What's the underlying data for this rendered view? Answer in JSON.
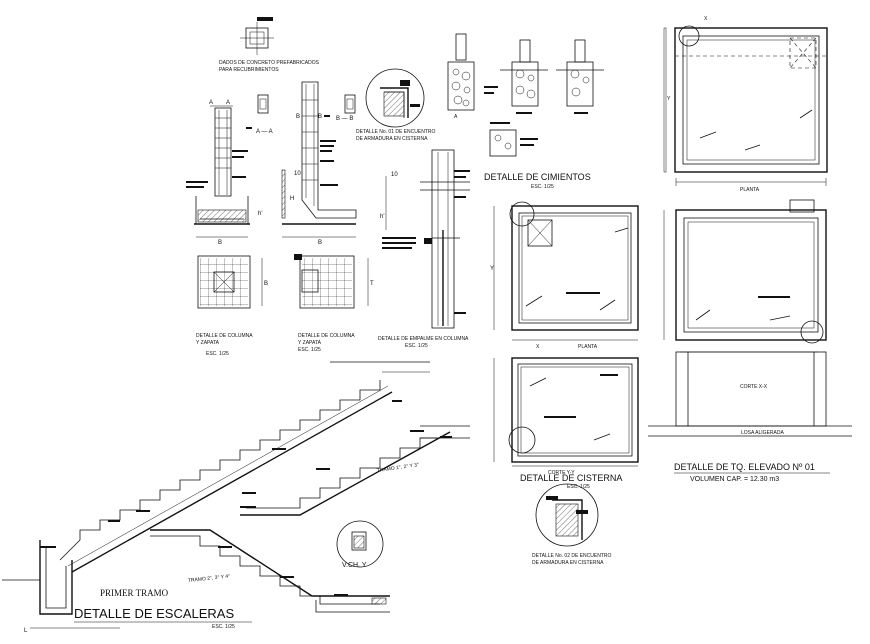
{
  "labels": {
    "dados": [
      "DADOS DE CONCRETO PREFABRICADOS",
      "PARA RECUBRIMIENTOS"
    ],
    "detalle_no01": [
      "DETALLE No. 01 DE ENCUENTRO",
      "DE ARMADURA EN CISTERNA"
    ],
    "detalle_cimientos": "DETALLE DE CIMIENTOS",
    "esc_cimientos": "ESC. 1/25",
    "detalle_columna1": [
      "DETALLE DE COLUMNA",
      "Y ZAPATA"
    ],
    "esc_columna1": "ESC. 1/25",
    "detalle_columna2": [
      "DETALLE DE COLUMNA",
      "Y ZAPATA",
      "ESC. 1/25"
    ],
    "detalle_empalme": "DETALLE DE EMPALME EN COLUMNA",
    "esc_empalme": "ESC. 1/25",
    "planta1": "PLANTA",
    "planta2": "PLANTA",
    "corte_xx": "CORTE X-X",
    "losa_aligerada": "LOSA ALIGERADA",
    "detalle_tq": "DETALLE DE TQ. ELEVADO Nº 01",
    "volumen": "VOLUMEN CAP. = 12.30 m3",
    "corte_yy": "CORTE Y-Y",
    "detalle_cisterna": "DETALLE DE CISTERNA",
    "esc_cisterna": "ESC. 1/25",
    "detalle_no02": [
      "DETALLE No. 02 DE ENCUENTRO",
      "DE ARMADURA EN CISTERNA"
    ],
    "primer_tramo": "PRIMER TRAMO",
    "detalle_escaleras": "DETALLE DE ESCALERAS",
    "esc_escaleras": "ESC. 1/25",
    "vch": "V.CH. Y",
    "tramo1": "TRAMO 1°, 2° Y 3°",
    "tramo2": "TRAMO 2°, 3° Y 4°"
  },
  "axis_marks": {
    "a": "A",
    "b": "B",
    "a_a": "A  —  A",
    "b_b": "B  —  B",
    "h": "H",
    "hp": "h'",
    "t": "T",
    "y": "Y",
    "x": "X",
    "v10": "10",
    "l": "L"
  }
}
